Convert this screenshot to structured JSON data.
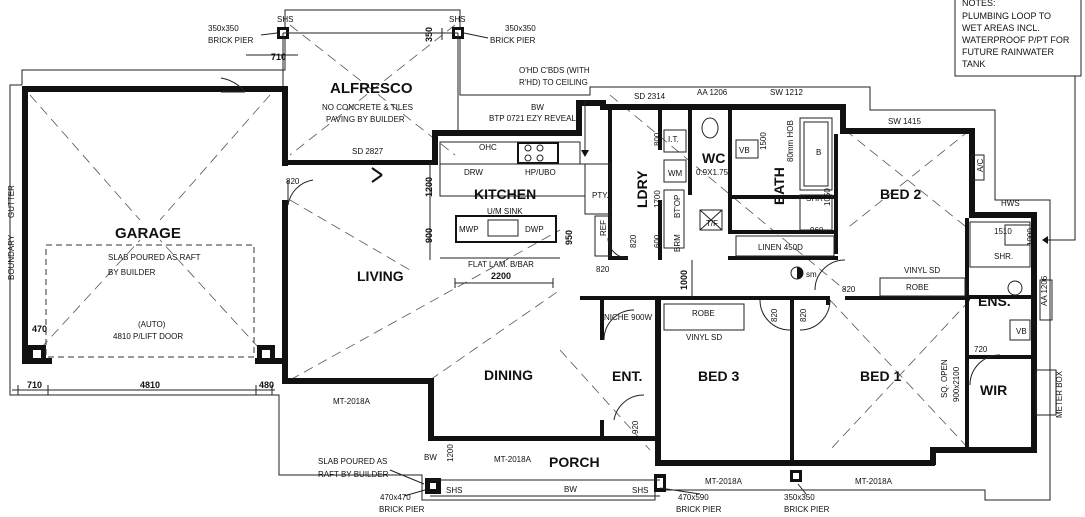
{
  "rooms": {
    "alfresco": "ALFRESCO",
    "garage": "GARAGE",
    "kitchen": "KITCHEN",
    "living": "LIVING",
    "dining": "DINING",
    "ent": "ENT.",
    "porch": "PORCH",
    "ldry": "LDRY",
    "wc": "WC",
    "bath": "BATH",
    "bed2": "BED 2",
    "bed3": "BED 3",
    "bed1": "BED 1",
    "ens": "ENS.",
    "wir": "WIR"
  },
  "notes": {
    "title": "NOTES:",
    "lines": [
      "PLUMBING LOOP TO",
      "WET AREAS INCL.",
      "WATERPROOF P/PT FOR",
      "FUTURE RAINWATER",
      "TANK"
    ]
  },
  "labels": {
    "brick_pier_350_l_1": "350x350",
    "brick_pier_350_l_2": "BRICK PIER",
    "brick_pier_350_r_1": "350x350",
    "brick_pier_350_r_2": "BRICK PIER",
    "shs_tl": "SHS",
    "shs_tr": "SHS",
    "dim_350": "350",
    "dim_710_top": "710",
    "alfresco_note_1": "NO CONCRETE & TILES",
    "alfresco_note_2": "PAVING BY BUILDER",
    "ohd_1": "O'HD C'BDS (WITH",
    "ohd_2": "R'HD) TO CEILING",
    "bw_top": "BW",
    "btp": "BTP 0721 EZY REVEAL",
    "sd2827": "SD 2827",
    "sd2314": "SD 2314",
    "aa1206_top": "AA 1206",
    "sw1212": "SW 1212",
    "sw1415": "SW 1415",
    "ohc": "OHC",
    "drw": "DRW",
    "hp_ubo": "HP/UBO",
    "pty": "PTY.",
    "um_sink": "U/M SINK",
    "mwp": "MWP",
    "dwp": "DWP",
    "ref": "REF",
    "flat_lam": "FLAT LAM. B/BAR",
    "dim_2200": "2200",
    "dim_1200": "1200",
    "dim_900": "900",
    "dim_950": "950",
    "dim_820_k": "820",
    "dim_820_g": "820",
    "garage_note_1": "SLAB POURED AS RAFT",
    "garage_note_2": "BY BUILDER",
    "auto": "(AUTO)",
    "lift_door": "4810 P/LIFT DOOR",
    "boundary": "BOUNDARY",
    "gutter": "GUTTER",
    "dim_470": "470",
    "dim_710_b": "710",
    "dim_4810": "4810",
    "dim_480": "480",
    "mt2018a_living": "MT-2018A",
    "mt2018a_porch": "MT-2018A",
    "mt2018a_bed3": "MT-2018A",
    "mt2018a_bed1": "MT-2018A",
    "it": "I.T.",
    "wm": "WM",
    "dim_800": "800",
    "dim_1700": "1700",
    "bt_op": "BT'OP",
    "dim_600": "600",
    "brm": "BRM",
    "dim_820_l": "820",
    "dim_1000": "1000",
    "wc_dim": "0.9X1.75",
    "vb_wc": "VB",
    "dim_1500": "1500",
    "hob": "80mm HOB",
    "b": "B",
    "shr": "SHR",
    "dim_1050": "1050",
    "dim_960": "960",
    "tf": "T/F",
    "linen": "LINEN 450D",
    "sm": "sm",
    "ac": "A/C",
    "hws": "HWS",
    "dim_1510": "1510",
    "dim_1000_e": "1000",
    "shr_e": "SHR.",
    "vinyl_sd_b2": "VINYL SD",
    "robe_b2": "ROBE",
    "dim_820_b2": "820",
    "niche": "NICHE 900W",
    "robe_b3": "ROBE",
    "vinyl_sd_b3": "VINYL SD",
    "dim_820_b3": "820",
    "dim_820_b1": "820",
    "dim_720": "720",
    "vb_e": "VB",
    "aa1206_e": "AA 1206",
    "sq_open_1": "SQ. OPEN",
    "sq_open_2": "900x2100",
    "meter": "METER BOX",
    "dim_920": "920",
    "dim_1200_p": "1200",
    "bw_porch": "BW",
    "slab_raft_1": "SLAB POURED AS",
    "slab_raft_2": "RAFT BY BUILDER",
    "shs_bl": "SHS",
    "bw_bottom": "BW",
    "shs_br": "SHS",
    "pier_470_1": "470x470",
    "pier_470_2": "BRICK PIER",
    "pier_470590_1": "470x590",
    "pier_470590_2": "BRICK PIER",
    "pier_350b_1": "350x350",
    "pier_350b_2": "BRICK PIER"
  }
}
